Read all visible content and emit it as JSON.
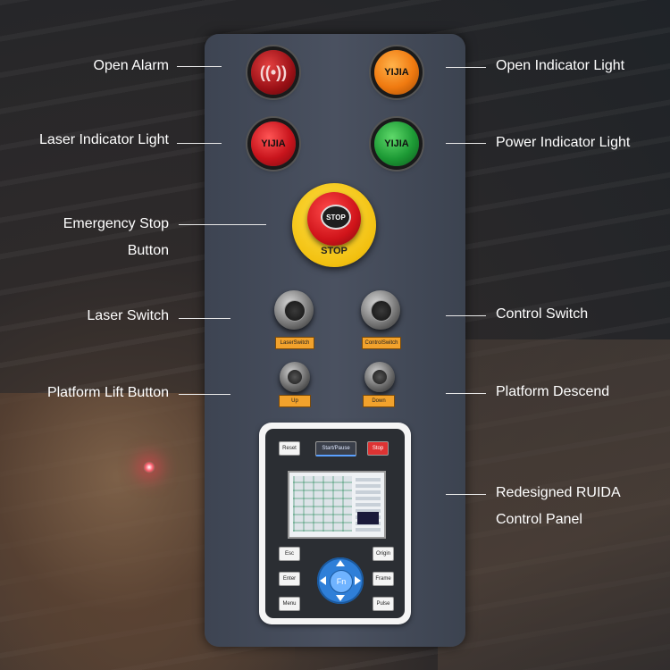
{
  "labels": {
    "open_alarm": "Open Alarm",
    "laser_indicator": "Laser Indicator Light",
    "estop_line1": "Emergency Stop",
    "estop_line2": "Button",
    "laser_switch": "Laser Switch",
    "platform_lift": "Platform Lift Button",
    "open_indicator": "Open Indicator Light",
    "power_indicator": "Power Indicator Light",
    "control_switch": "Control Switch",
    "platform_descend": "Platform Descend",
    "ruida_line1": "Redesigned RUIDA",
    "ruida_line2": "Control Panel"
  },
  "lights": {
    "brand": "YIJIA",
    "alarm_glyph": "((•))"
  },
  "estop": {
    "cap": "STOP",
    "rim": "STOP"
  },
  "tags": {
    "laser_switch": "LaserSwitch",
    "control_switch": "ControlSwitch",
    "up": "Up",
    "down": "Down"
  },
  "controller": {
    "reset": "Reset",
    "start_pause": "Start/Pause",
    "stop": "Stop",
    "esc": "Esc",
    "enter": "Enter",
    "menu": "Menu",
    "origin": "Origin",
    "frame": "Frame",
    "pulse": "Pulse",
    "fn": "Fn"
  },
  "colors": {
    "panel": "#454c5a",
    "light_red": "#c8141c",
    "light_orange": "#f07a10",
    "light_green": "#1d9a35",
    "estop_yellow": "#f2c010",
    "tag_orange": "#f2a22c",
    "dpad_blue": "#2f7fd8"
  }
}
